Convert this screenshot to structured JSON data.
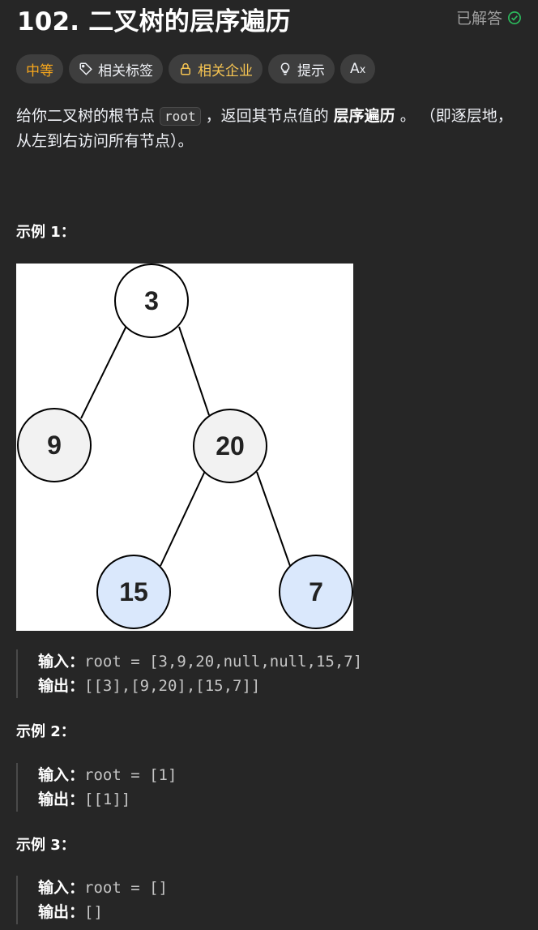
{
  "problem": {
    "title": "102. 二叉树的层序遍历",
    "status": "已解答"
  },
  "tags": {
    "difficulty": "中等",
    "related_tags": "相关标签",
    "related_companies": "相关企业",
    "hint": "提示",
    "translate": "A"
  },
  "description": {
    "part1": "给你二叉树的根节点 ",
    "code": "root",
    "part2": " ，返回其节点值的 ",
    "emphasis": "层序遍历",
    "part3": " 。 （即逐层地，从左到右访问所有节点）。"
  },
  "examples": [
    {
      "title": "示例 1：",
      "input_label": "输入：",
      "input": "root = [3,9,20,null,null,15,7]",
      "output_label": "输出：",
      "output": "[[3],[9,20],[15,7]]",
      "tree_nodes": [
        "3",
        "9",
        "20",
        "15",
        "7"
      ]
    },
    {
      "title": "示例 2：",
      "input_label": "输入：",
      "input": "root = [1]",
      "output_label": "输出：",
      "output": "[[1]]"
    },
    {
      "title": "示例 3：",
      "input_label": "输入：",
      "input": "root = []",
      "output_label": "输出：",
      "output": "[]"
    }
  ],
  "colors": {
    "background": "#262626",
    "difficulty_medium": "#f7a71c",
    "solved_check": "#2cbb5d",
    "node_fill_default": "#f2f2f2",
    "node_fill_leaf": "#dae8fc"
  }
}
